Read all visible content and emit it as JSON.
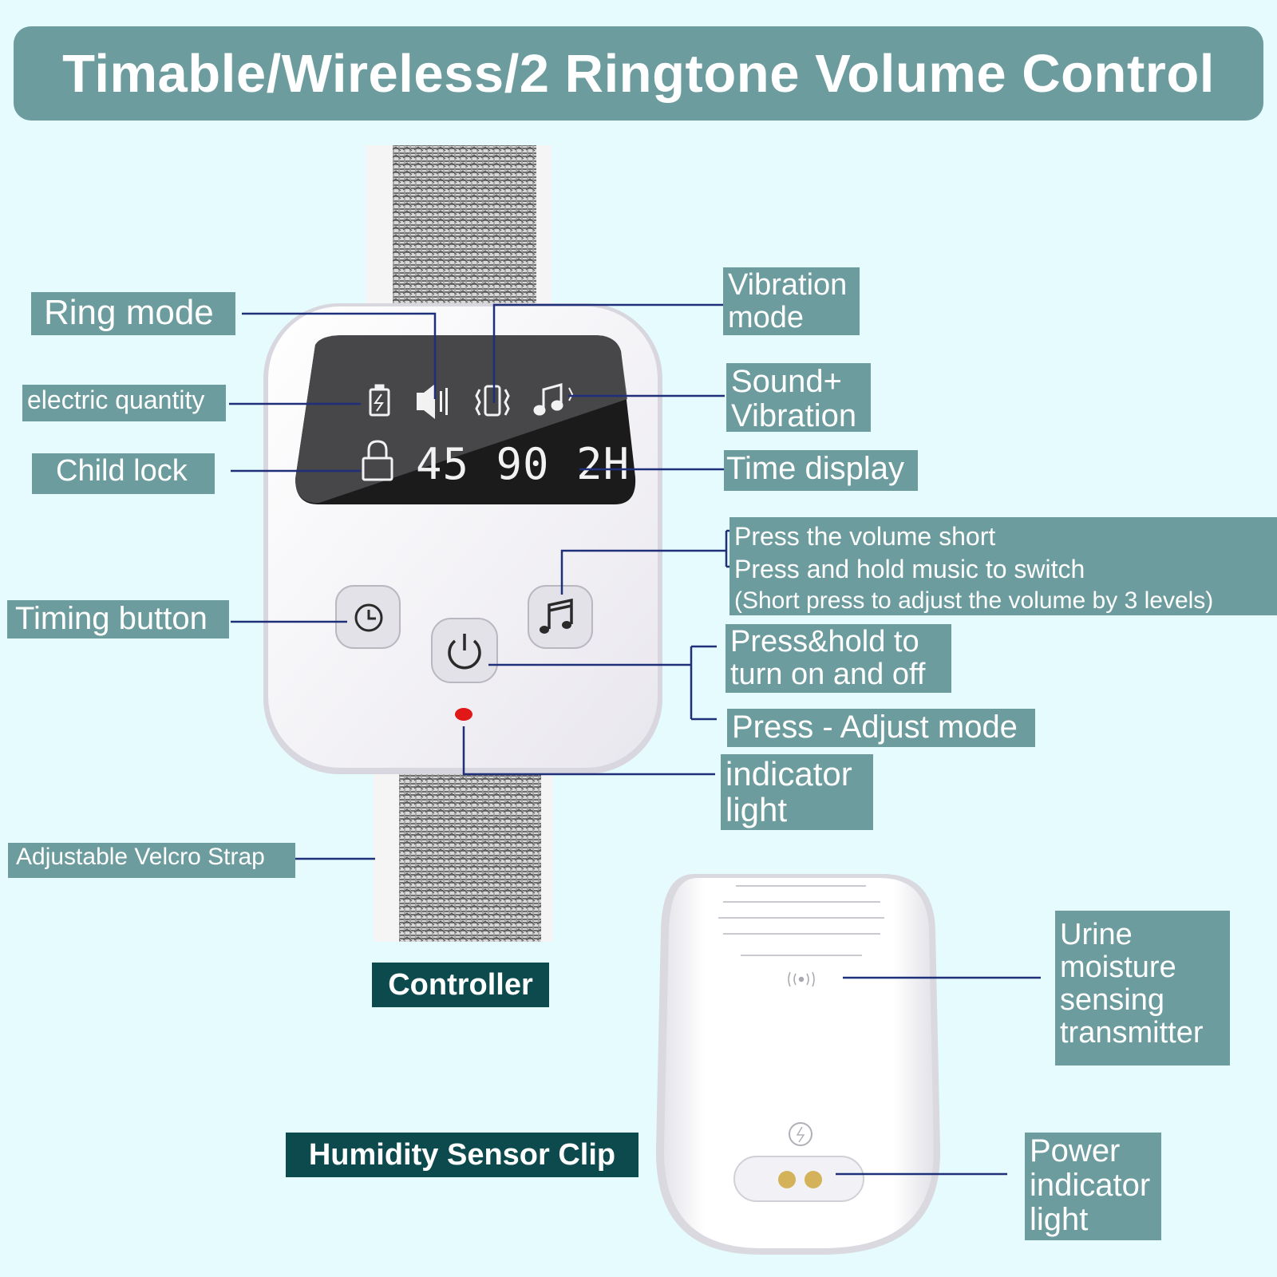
{
  "title": "Timable/Wireless/2 Ringtone Volume Control",
  "labels": {
    "ring_mode": "Ring mode",
    "electric_quantity": "electric quantity",
    "child_lock": "Child lock",
    "timing_button": "Timing button",
    "adjustable_strap": "Adjustable Velcro Strap",
    "vibration_mode": [
      "Vibration",
      "mode"
    ],
    "sound_vibration": [
      "Sound+",
      "Vibration"
    ],
    "time_display": "Time display",
    "music_button": [
      "Press the volume short",
      "Press and hold music to switch",
      "(Short press to adjust the volume by 3 levels)"
    ],
    "power_hold": [
      "Press&hold to",
      "turn on and off"
    ],
    "power_press": "Press - Adjust mode",
    "indicator_light": [
      "indicator",
      "light"
    ],
    "transmitter": [
      "Urine",
      "moisture",
      "sensing",
      "transmitter"
    ],
    "power_indicator": [
      "Power",
      "indicator",
      "light"
    ]
  },
  "captions": {
    "controller": "Controller",
    "sensor_clip": "Humidity Sensor Clip"
  },
  "lcd": {
    "time_values": "45 90 2H"
  },
  "colors": {
    "background": "#e6fbfd",
    "label_bg": "#6c9c9e",
    "caption_bg": "#0c4a4d",
    "leader_line": "#1f2f7a",
    "indicator_led": "#e01818"
  }
}
